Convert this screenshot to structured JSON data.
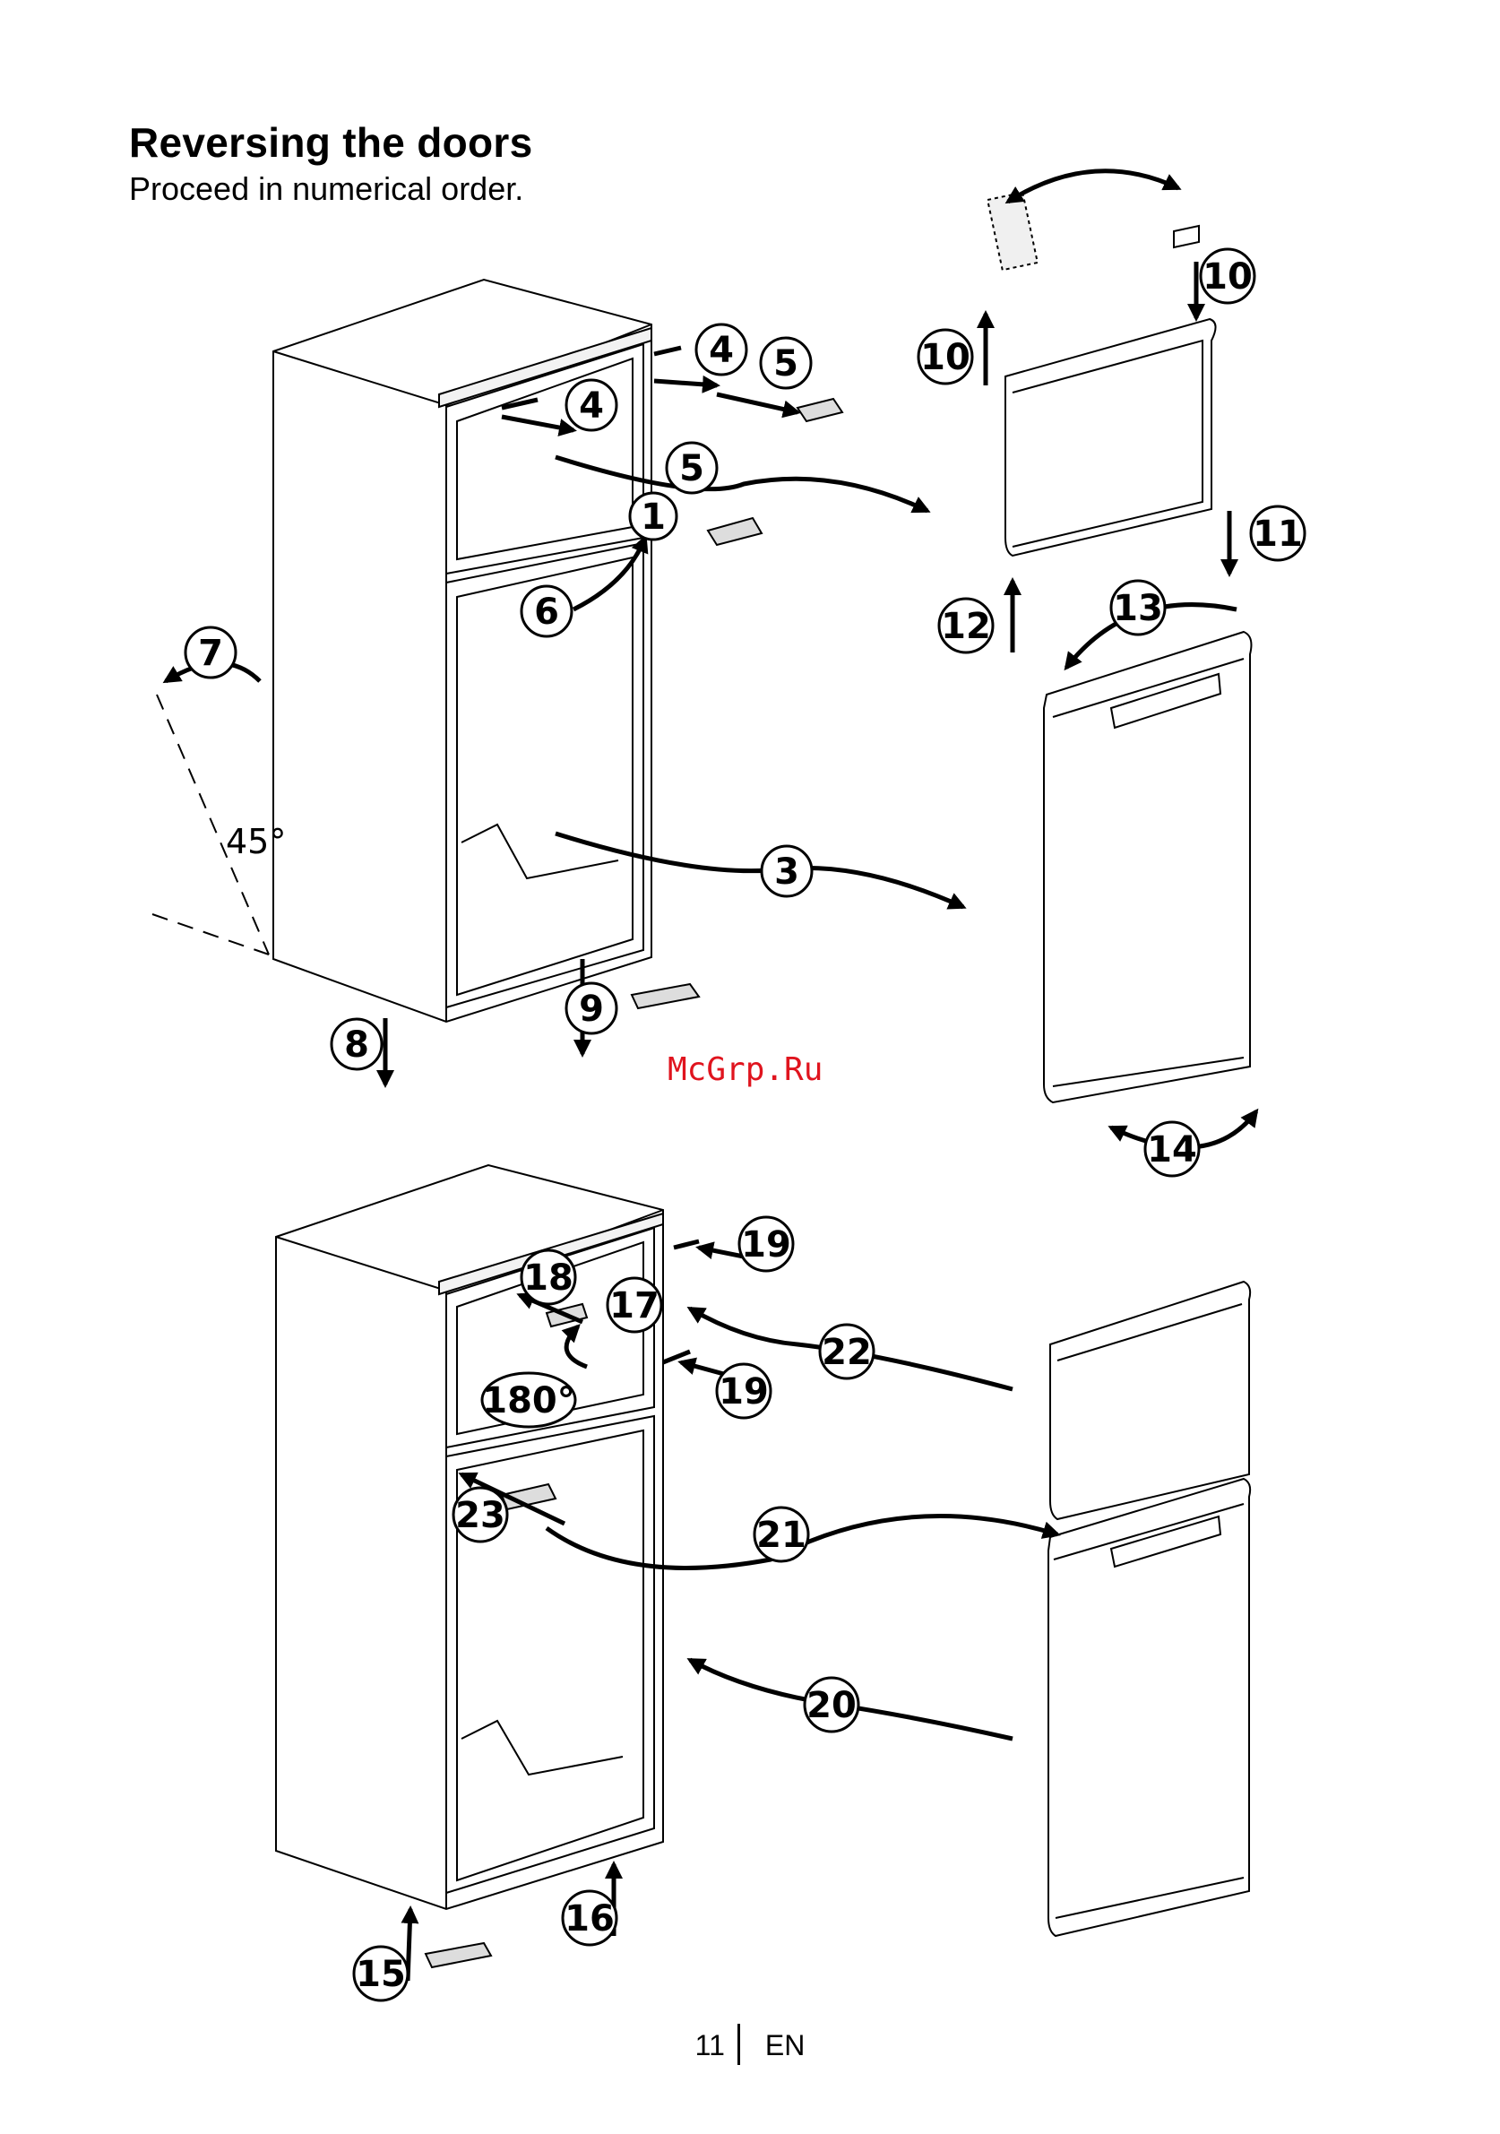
{
  "title": "Reversing the doors",
  "subtitle": "Proceed in numerical order.",
  "angles": {
    "tilt": "45°",
    "rotate": "180°"
  },
  "watermark": "McGrp.Ru",
  "footer": {
    "page_number": "11",
    "language": "EN"
  },
  "colors": {
    "line": "#000000",
    "watermark": "#e0141e"
  },
  "step_labels": [
    "1",
    "3",
    "4",
    "4",
    "5",
    "5",
    "6",
    "7",
    "8",
    "9",
    "10",
    "10",
    "11",
    "12",
    "13",
    "14",
    "15",
    "16",
    "17",
    "18",
    "19",
    "19",
    "20",
    "21",
    "22",
    "23"
  ]
}
